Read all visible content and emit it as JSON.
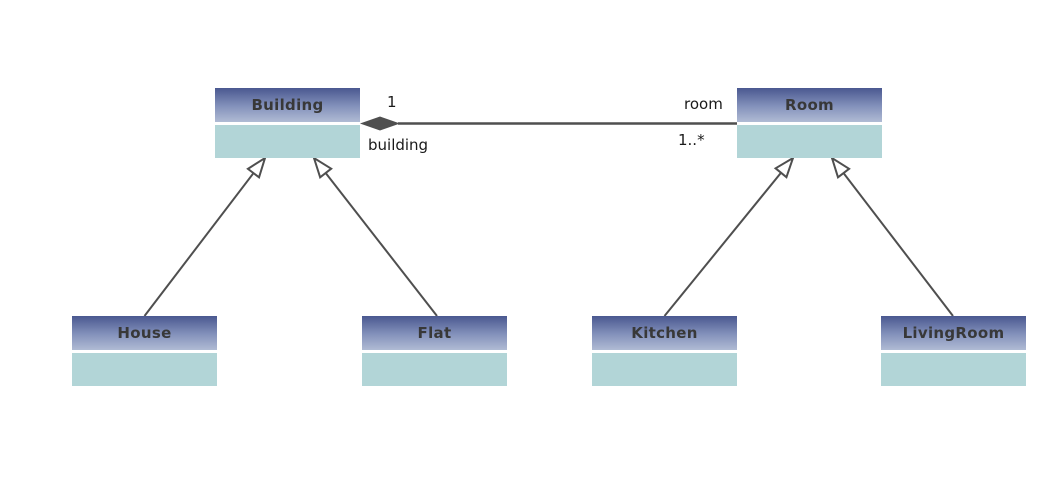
{
  "diagram": {
    "type": "uml-class-diagram",
    "classes": [
      {
        "name": "Building"
      },
      {
        "name": "Room"
      },
      {
        "name": "House"
      },
      {
        "name": "Flat"
      },
      {
        "name": "Kitchen"
      },
      {
        "name": "LivingRoom"
      }
    ],
    "relationships": [
      {
        "type": "composition",
        "whole": "Building",
        "part": "Room"
      },
      {
        "type": "generalization",
        "child": "House",
        "parent": "Building"
      },
      {
        "type": "generalization",
        "child": "Flat",
        "parent": "Building"
      },
      {
        "type": "generalization",
        "child": "Kitchen",
        "parent": "Room"
      },
      {
        "type": "generalization",
        "child": "LivingRoom",
        "parent": "Room"
      }
    ],
    "labels": {
      "building_multiplicity": "1",
      "building_role": "building",
      "room_role": "room",
      "room_multiplicity": "1..*"
    },
    "colors": {
      "header_gradient_top": "#4a5890",
      "header_gradient_bottom": "#b0bbd4",
      "attributes_fill": "#b2d5d7",
      "line": "#4f4f4f",
      "label_text": "#1a1a1a"
    }
  }
}
